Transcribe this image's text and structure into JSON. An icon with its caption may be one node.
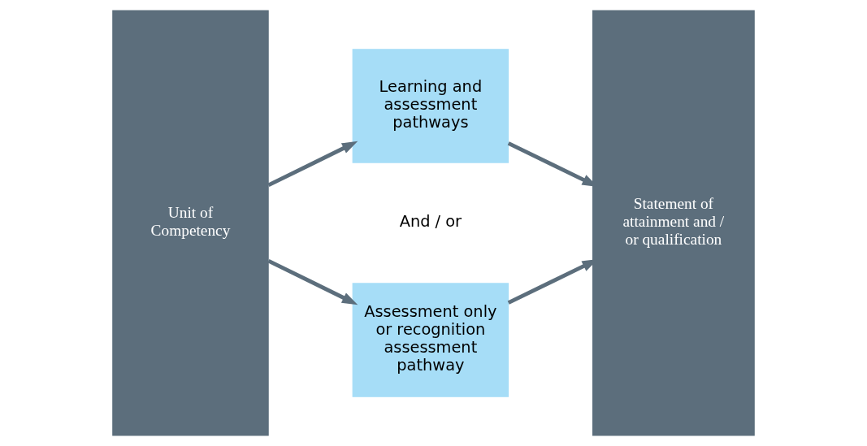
{
  "diagram": {
    "nodes": [
      {
        "text": [
          "Unit of Competency"
        ]
      },
      {
        "text": [
          "Learning and assessment pathways"
        ]
      },
      {
        "text": [
          "Assessment only or recognition assessment pathway"
        ]
      },
      {
        "text": [
          "Statement of attainment and / or qualification"
        ]
      }
    ],
    "edges": [
      {
        "from": 0,
        "to": 1,
        "arrow": "to"
      },
      {
        "from": 0,
        "to": 2,
        "arrow": "to"
      },
      {
        "from": 1,
        "to": 3,
        "arrow": "to"
      },
      {
        "from": 2,
        "to": 3,
        "arrow": "to"
      }
    ],
    "labels": [
      "And / or"
    ]
  }
}
